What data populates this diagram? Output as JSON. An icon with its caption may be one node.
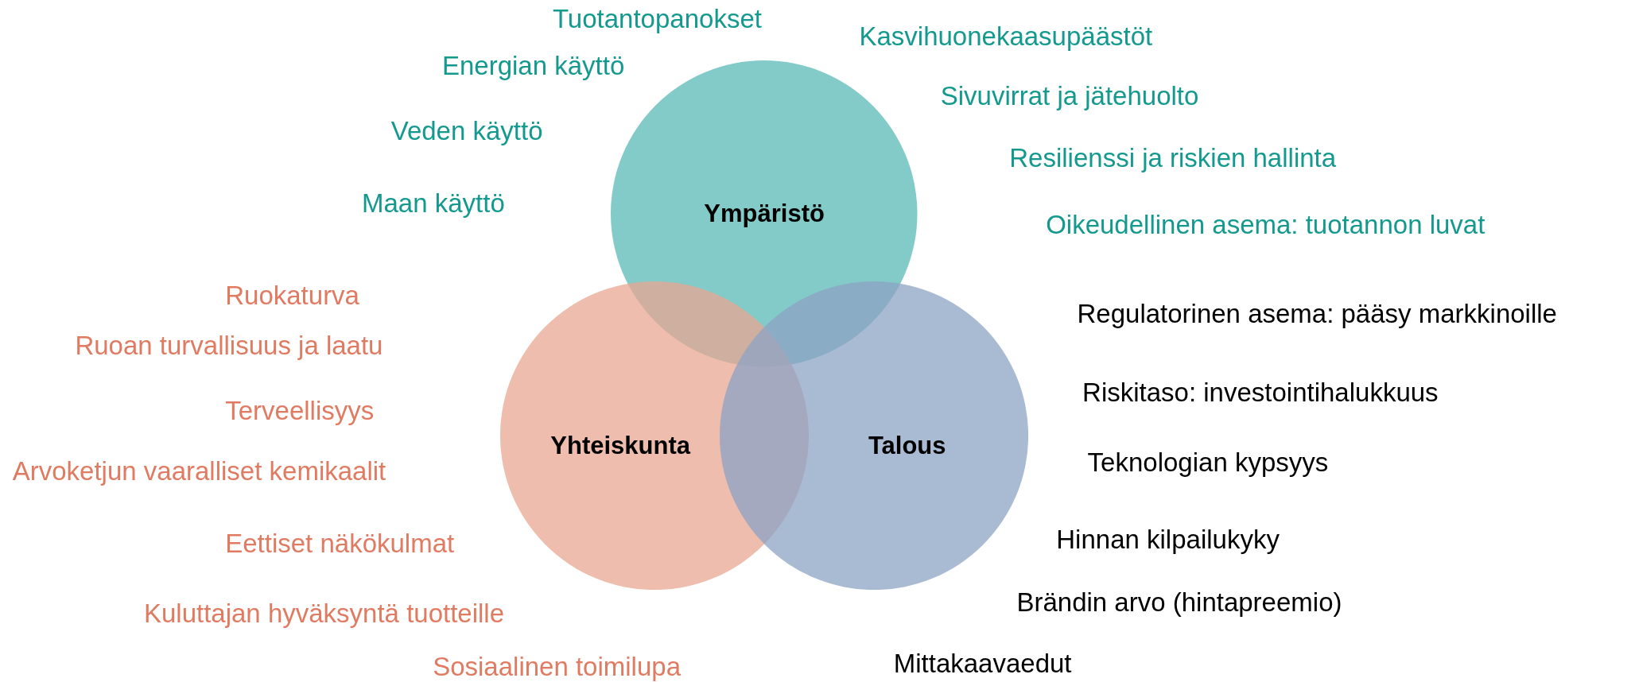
{
  "diagram": {
    "nodes": [
      {
        "text": [
          "Ympäristö"
        ],
        "beside": [
          "Tuotantopanokset",
          "Kasvihuonekaasupäästöt",
          "Energian käyttö",
          "Sivuvirrat ja jätehuolto",
          "Veden käyttö",
          "Resilienssi ja riskien hallinta",
          "Maan käyttö",
          "Oikeudellinen asema: tuotannon luvat"
        ]
      },
      {
        "text": [
          "Yhteiskunta"
        ],
        "beside": [
          "Ruokaturva",
          "Ruoan turvallisuus ja laatu",
          "Terveellisyys",
          "Arvoketjun vaaralliset kemikaalit",
          "Eettiset näkökulmat",
          "Kuluttajan hyväksyntä tuotteille",
          "Sosiaalinen toimilupa"
        ]
      },
      {
        "text": [
          "Talous"
        ],
        "beside": [
          "Regulatorinen asema: pääsy markkinoille",
          "Riskitaso: investointihalukkuus",
          "Teknologian kypsyys",
          "Hinnan kilpailukyky",
          "Brändin arvo (hintapreemio)",
          "Mittakaavaedut"
        ]
      }
    ]
  }
}
